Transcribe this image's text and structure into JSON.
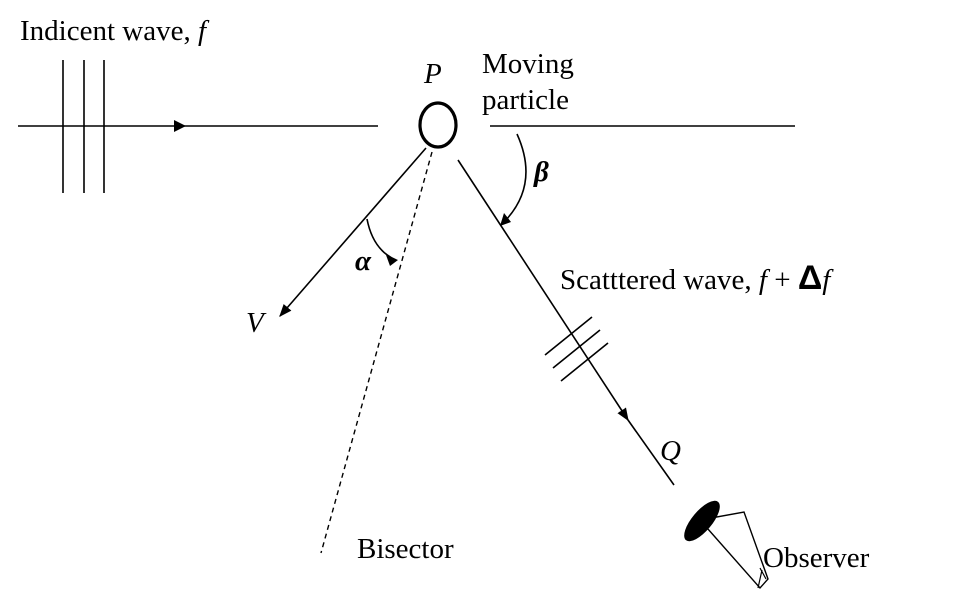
{
  "labels": {
    "incident_prefix": "Indicent wave, ",
    "incident_symbol": "f",
    "point_p": "P",
    "moving_line1": "Moving",
    "moving_line2": "particle",
    "beta": "β",
    "alpha": "α",
    "velocity": "V",
    "scattered_prefix": "Scatttered wave, ",
    "scattered_f": "f",
    "scattered_plus": " + ",
    "scattered_delta": "Δ",
    "scattered_f2": "f",
    "point_q": "Q",
    "bisector": "Bisector",
    "observer": "Observer"
  }
}
